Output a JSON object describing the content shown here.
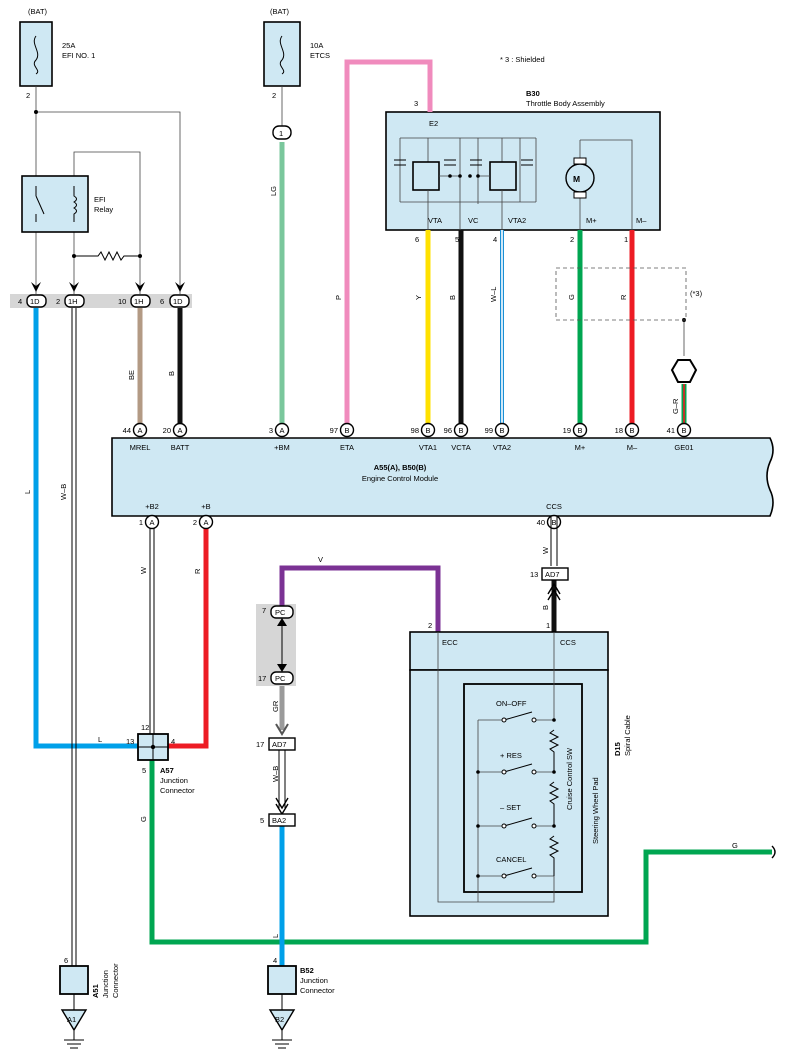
{
  "fuses": {
    "efi": {
      "source": "(BAT)",
      "rating": "25A",
      "name": "EFI NO. 1",
      "pin": "2"
    },
    "etcs": {
      "source": "(BAT)",
      "rating": "10A",
      "name": "ETCS",
      "pin": "2"
    }
  },
  "relay": {
    "name": "EFI",
    "sub": "Relay"
  },
  "note": "* 3 : Shielded",
  "shield_label": "(*3)",
  "throttle": {
    "code": "B30",
    "name": "Throttle Body Assembly",
    "pin_e2": "3",
    "label_e2": "E2",
    "terms": [
      {
        "label": "VTA",
        "pin": "6"
      },
      {
        "label": "VC",
        "pin": "5"
      },
      {
        "label": "VTA2",
        "pin": "4"
      },
      {
        "label": "M+",
        "pin": "2"
      },
      {
        "label": "M–",
        "pin": "1"
      }
    ]
  },
  "junction_top": [
    {
      "pin": "4",
      "conn": "1D"
    },
    {
      "pin": "2",
      "conn": "1H"
    },
    {
      "pin": "10",
      "conn": "1H"
    },
    {
      "pin": "6",
      "conn": "1D"
    }
  ],
  "ecm": {
    "code": "A55(A), B50(B)",
    "name": "Engine Control Module",
    "top_pins": [
      {
        "num": "44",
        "c": "A",
        "label": "MREL"
      },
      {
        "num": "20",
        "c": "A",
        "label": "BATT"
      },
      {
        "num": "3",
        "c": "A",
        "label": "+BM"
      },
      {
        "num": "97",
        "c": "B",
        "label": "ETA"
      },
      {
        "num": "98",
        "c": "B",
        "label": "VTA1"
      },
      {
        "num": "96",
        "c": "B",
        "label": "VCTA"
      },
      {
        "num": "99",
        "c": "B",
        "label": "VTA2"
      },
      {
        "num": "19",
        "c": "B",
        "label": "M+"
      },
      {
        "num": "18",
        "c": "B",
        "label": "M–"
      },
      {
        "num": "41",
        "c": "B",
        "label": "GE01"
      }
    ],
    "bottom_pins": [
      {
        "num": "1",
        "c": "A",
        "label": "+B2"
      },
      {
        "num": "2",
        "c": "A",
        "label": "+B"
      },
      {
        "num": "40",
        "c": "B",
        "label": "CCS"
      }
    ]
  },
  "wire_colors": {
    "L": "#00a0e9",
    "WB": "#ffffff",
    "BE": "#b39a84",
    "B": "#111111",
    "LG": "#7ac79c",
    "P": "#f08bbd",
    "Y": "#ffe100",
    "WL": "#1a8fd6",
    "G": "#00a651",
    "R": "#ed1c24",
    "V": "#7b3294",
    "GR": "#9a9a9a",
    "W": "#ffffff"
  },
  "wire_labels": {
    "lg": "LG",
    "p": "P",
    "y": "Y",
    "b_vcta": "B",
    "wl": "W–L",
    "g_m": "G",
    "r_m": "R",
    "be": "BE",
    "b_batt": "B",
    "gr_shield": "G–R",
    "l_left": "L",
    "wb_left": "W–B",
    "w_b2": "W",
    "r_b": "R",
    "l_jc": "L",
    "g_jc": "G",
    "v": "V",
    "w_ccs": "W",
    "b_ccs": "B",
    "gr_pc": "GR",
    "wb_ad7": "W–B",
    "l_ba2": "L",
    "g_right": "G"
  },
  "connectors": {
    "ad7_top": {
      "pin": "13",
      "name": "AD7"
    },
    "pc_top": {
      "pin": "7",
      "name": "PC"
    },
    "pc_bot": {
      "pin": "17",
      "name": "PC"
    },
    "ad7_mid": {
      "pin": "17",
      "name": "AD7"
    },
    "ba2": {
      "pin": "5",
      "name": "BA2"
    },
    "etcs_plug": "1"
  },
  "a57": {
    "code": "A57",
    "name": "Junction",
    "sub": "Connector",
    "pins": [
      "12",
      "13",
      "4",
      "5"
    ]
  },
  "a51": {
    "code": "A51",
    "name": "Junction",
    "sub": "Connector",
    "pin": "6",
    "ground": "A1"
  },
  "b52": {
    "code": "B52",
    "name": "Junction",
    "sub": "Connector",
    "pin": "4",
    "ground": "B2"
  },
  "spiral": {
    "code": "D15",
    "name": "Spiral Cable",
    "pin_ecc": "2",
    "label_ecc": "ECC",
    "pin_ccs": "1",
    "label_ccs": "CCS",
    "pad": "Steering Wheel Pad",
    "sw": "Cruise Control SW",
    "switches": [
      "ON–OFF",
      "+ RES",
      "– SET",
      "CANCEL"
    ]
  }
}
